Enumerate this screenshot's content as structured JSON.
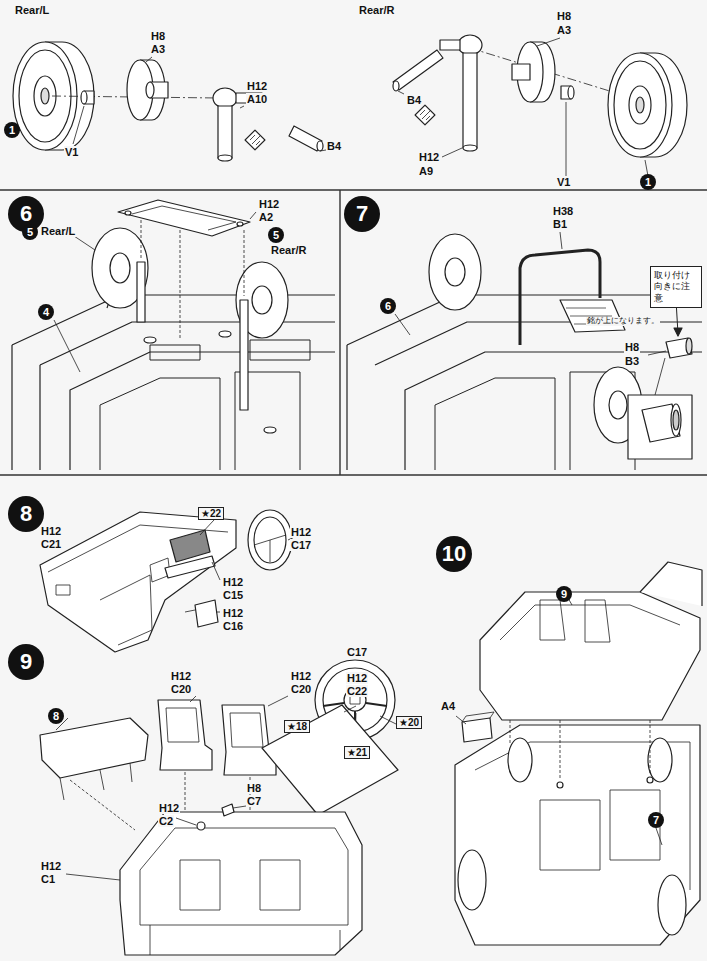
{
  "diagram": {
    "nodes": [
      {
        "text": [
          "6"
        ]
      },
      {
        "text": [
          "7"
        ]
      },
      {
        "text": [
          "取り付け 向きに注意"
        ]
      },
      {
        "text": [
          "8"
        ]
      },
      {
        "text": [
          "10"
        ]
      },
      {
        "text": [
          "9"
        ]
      }
    ],
    "labels": [
      "Rear/L",
      "H8",
      "A3",
      "H12",
      "A10",
      "V1",
      "1",
      "B4",
      "Rear/R",
      "H8",
      "A3",
      "B4",
      "H12",
      "A9",
      "V1",
      "1",
      "H12",
      "A2",
      "5",
      "Rear/L",
      "5",
      "Rear/R",
      "4",
      "H38",
      "B1",
      "6",
      "H8",
      "B3",
      "銘が上になります。",
      "★22",
      "H12",
      "C21",
      "H12",
      "C17",
      "H12",
      "C15",
      "H12",
      "C16",
      "C17",
      "★18",
      "★21",
      "★20",
      "9",
      "A4",
      "7",
      "8",
      "H12",
      "C20",
      "H12",
      "C20",
      "H12",
      "C22",
      "H8",
      "C7",
      "H12",
      "C2",
      "H12",
      "C1"
    ]
  }
}
